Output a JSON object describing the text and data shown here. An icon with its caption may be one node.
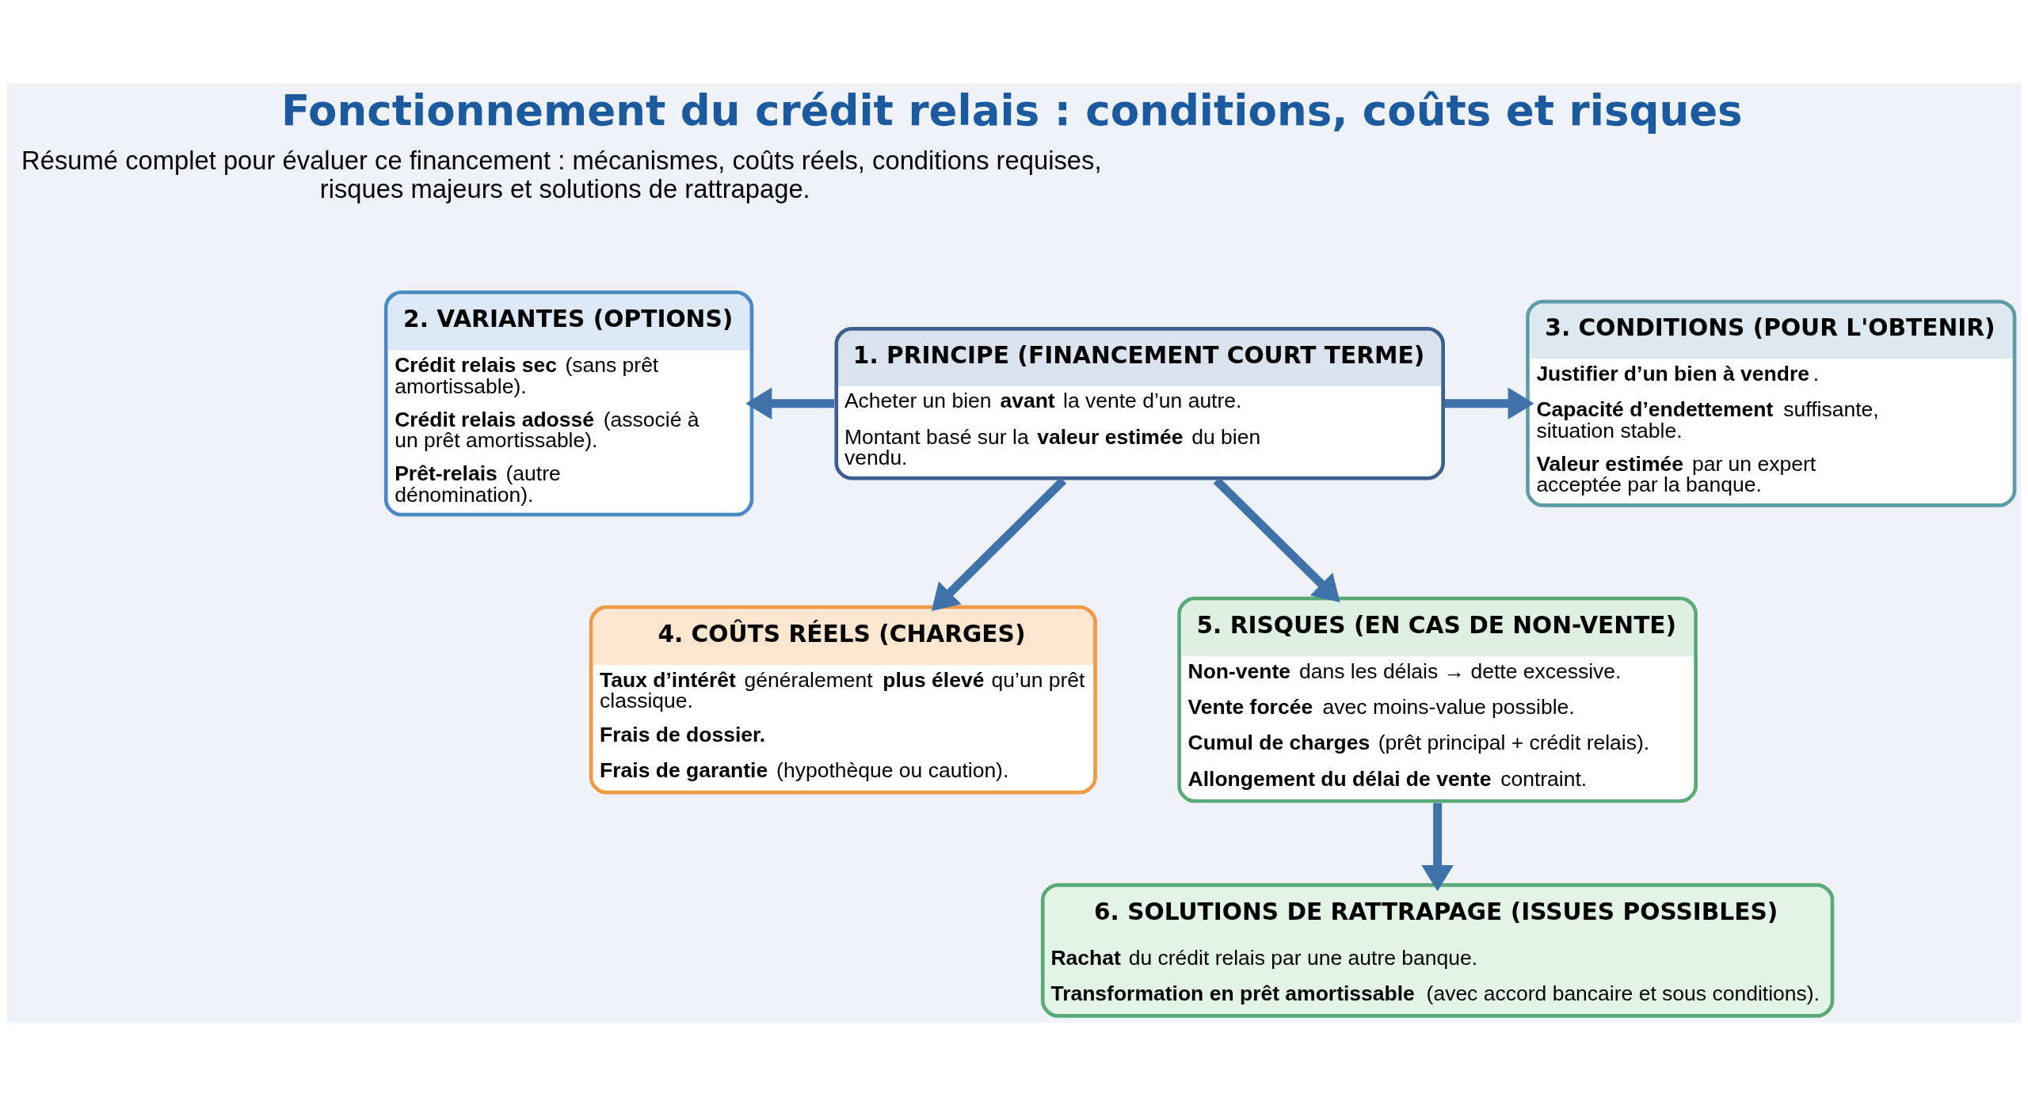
{
  "diagram": {
    "title": "Fonctionnement du crédit relais : conditions, coûts et risques",
    "nodes": [
      {
        "text": [
          "2. VARIANTES (OPTIONS)",
          "**Crédit relais sec** (sans prêt amortissable).",
          "**Crédit relais adossé** (associé à un prêt amortissable).",
          "**Prêt-relais** (autre dénomination)."
        ]
      },
      {
        "text": [
          "1. PRINCIPE (FINANCEMENT COURT TERME)",
          "Acheter un bien **avant** la vente d’un autre.",
          "Montant basé sur la **valeur estimée** du bien vendu."
        ]
      },
      {
        "text": [
          "3. CONDITIONS (POUR L'OBTENIR)",
          "**Justifier d’un bien à vendre**.",
          "**Capacité d’endettement** suffisante, situation stable.",
          "**Valeur estimée** par un expert acceptée par la banque."
        ]
      },
      {
        "text": [
          "4. COÛTS RÉELS (CHARGES)",
          "**Taux d’intérêt** généralement **plus élevé** qu’un prêt classique.",
          "**Frais de dossier.**",
          "**Frais de garantie** (hypothèque ou caution)."
        ]
      },
      {
        "text": [
          "5. RISQUES (EN CAS DE NON-VENTE)",
          "**Non-vente** dans les délais → dette excessive.",
          "**Vente forcée** avec moins-value possible.",
          "**Cumul de charges** (prêt principal + crédit relais).",
          "**Allongement du délai de vente** contraint."
        ]
      },
      {
        "text": [
          "6. SOLUTIONS DE RATTRAPAGE (ISSUES POSSIBLES)",
          "**Rachat** du crédit relais par une autre banque.",
          "**Transformation en prêt amortissable** (avec accord bancaire et sous conditions)."
        ]
      }
    ],
    "edges": [
      {
        "from": 1,
        "to": 0,
        "arrow": "to"
      },
      {
        "from": 1,
        "to": 2,
        "arrow": "to"
      },
      {
        "from": 1,
        "to": 3,
        "arrow": "to"
      },
      {
        "from": 1,
        "to": 4,
        "arrow": "to"
      },
      {
        "from": 4,
        "to": 5,
        "arrow": "to"
      }
    ],
    "labels": [
      "Résumé complet pour évaluer ce financement : mécanismes, coûts réels, conditions requises, risques majeurs et solutions de rattrapage."
    ]
  }
}
